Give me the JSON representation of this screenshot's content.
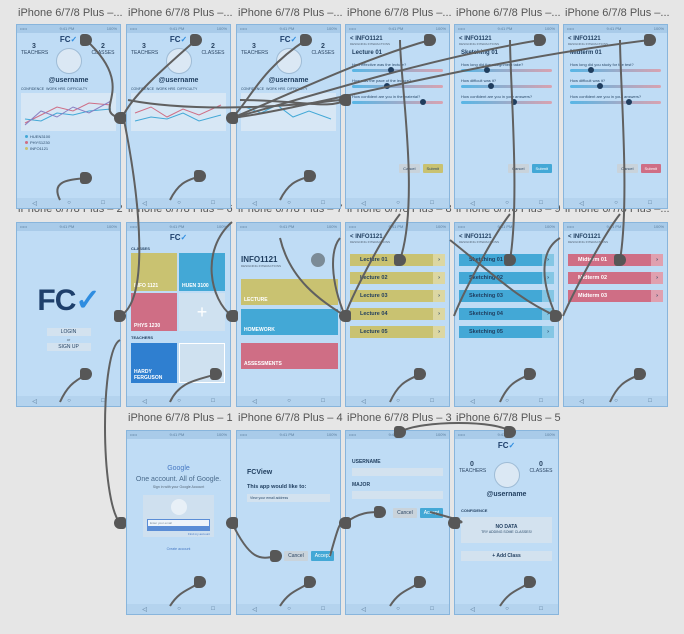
{
  "labels": {
    "row1": [
      "iPhone 6/7/8 Plus –...",
      "iPhone 6/7/8 Plus –...",
      "iPhone 6/7/8 Plus –...",
      "iPhone 6/7/8 Plus –...",
      "iPhone 6/7/8 Plus –...",
      "iPhone 6/7/8 Plus –..."
    ],
    "row2": [
      "iPhone 6/7/8 Plus – 2",
      "iPhone 6/7/8 Plus – 6",
      "iPhone 6/7/8 Plus – 7",
      "iPhone 6/7/8 Plus – 8",
      "iPhone 6/7/8 Plus – 9",
      "iPhone 6/7/8 Plus –..."
    ],
    "row3": [
      "iPhone 6/7/8 Plus – 1",
      "iPhone 6/7/8 Plus – 4",
      "iPhone 6/7/8 Plus – 3",
      "iPhone 6/7/8 Plus – 5"
    ]
  },
  "common": {
    "status_left": "•••••",
    "status_time": "9:41 PM",
    "status_right": "100%",
    "logo": "FC",
    "logo_accent": "✓",
    "nav_back": "◁",
    "nav_home": "○",
    "nav_square": "□"
  },
  "profile": {
    "teachers_num": "3",
    "teachers_label": "TEACHERS",
    "classes_num": "2",
    "classes_label": "CLASSES",
    "username": "@username",
    "tabs": [
      "CONFIDENCE",
      "WORK HRS",
      "DIFFICULTY"
    ],
    "legend": [
      "HUEN3100",
      "PHYS1230",
      "INFO1121"
    ]
  },
  "lecture_form": {
    "title": "Lecture 01",
    "course": "INFO1121",
    "subtitle": "DESIGNING INTERACTIONS",
    "q1": "How effective was the lecture?",
    "q2": "How was the pace of the lecture?",
    "q3": "How confident are you in the material?",
    "cancel": "Cancel",
    "submit": "Submit"
  },
  "sketch_form": {
    "title": "Sketching 01",
    "q1": "How long did the assignment take?",
    "q2": "How difficult was it?",
    "q3": "How confident are you in your answers?",
    "cancel": "Cancel",
    "submit": "Submit"
  },
  "midterm_form": {
    "title": "Midterm 01",
    "q1": "How long did you study for the test?",
    "q2": "How difficult was it?",
    "q3": "How confident are you in your answers?",
    "cancel": "Cancel",
    "submit": "Submit"
  },
  "landing": {
    "logo": "FC",
    "login": "LOGIN",
    "or": "or",
    "signup": "SIGN UP"
  },
  "classes": {
    "title": "CLASSES",
    "teachers": "TEACHERS",
    "tiles": [
      "INFO 1121",
      "HUEN 3100",
      "PHYS 1230"
    ],
    "teacher_name": "HARDY FERGUSON"
  },
  "course_page": {
    "course": "INFO1121",
    "subtitle": "DESIGNING INTERACTIONS",
    "sections": [
      "LECTURE",
      "HOMEWORK",
      "ASSESSMENTS"
    ]
  },
  "lectures": [
    "Lecture 01",
    "Lecture 02",
    "Lecture 03",
    "Lecture 04",
    "Lecture 05"
  ],
  "sketching": [
    "Sketching 01",
    "Sketching 02",
    "Sketching 03",
    "Sketching 04",
    "Sketching 05"
  ],
  "midterms": [
    "Midterm 01",
    "Midterm 02",
    "Midterm 03"
  ],
  "google": {
    "brand": "Google",
    "headline": "One account. All of Google.",
    "sub": "Sign in with your Google Account",
    "email_ph": "Enter your email",
    "find": "Find my account",
    "create": "Create account"
  },
  "permission": {
    "app": "FCView",
    "title": "This app would like to:",
    "item": "View your email address",
    "cancel": "Cancel",
    "accept": "Accept"
  },
  "signup": {
    "username": "USERNAME",
    "major": "MAJOR",
    "cancel": "Cancel",
    "accept": "Accept"
  },
  "empty_profile": {
    "teachers_num": "0",
    "teachers_label": "TEACHERS",
    "classes_num": "0",
    "classes_label": "CLASSES",
    "username": "@username",
    "confidence": "CONFIDENCE",
    "no_data": "NO DATA",
    "no_data_sub": "TRY ADDING SOME CLASSES!",
    "add_class": "+ Add Class"
  },
  "colors": {
    "yellow": "#c9c271",
    "blue": "#43a8d6",
    "pink": "#cf6e85",
    "darkblue": "#2f7fd0"
  }
}
